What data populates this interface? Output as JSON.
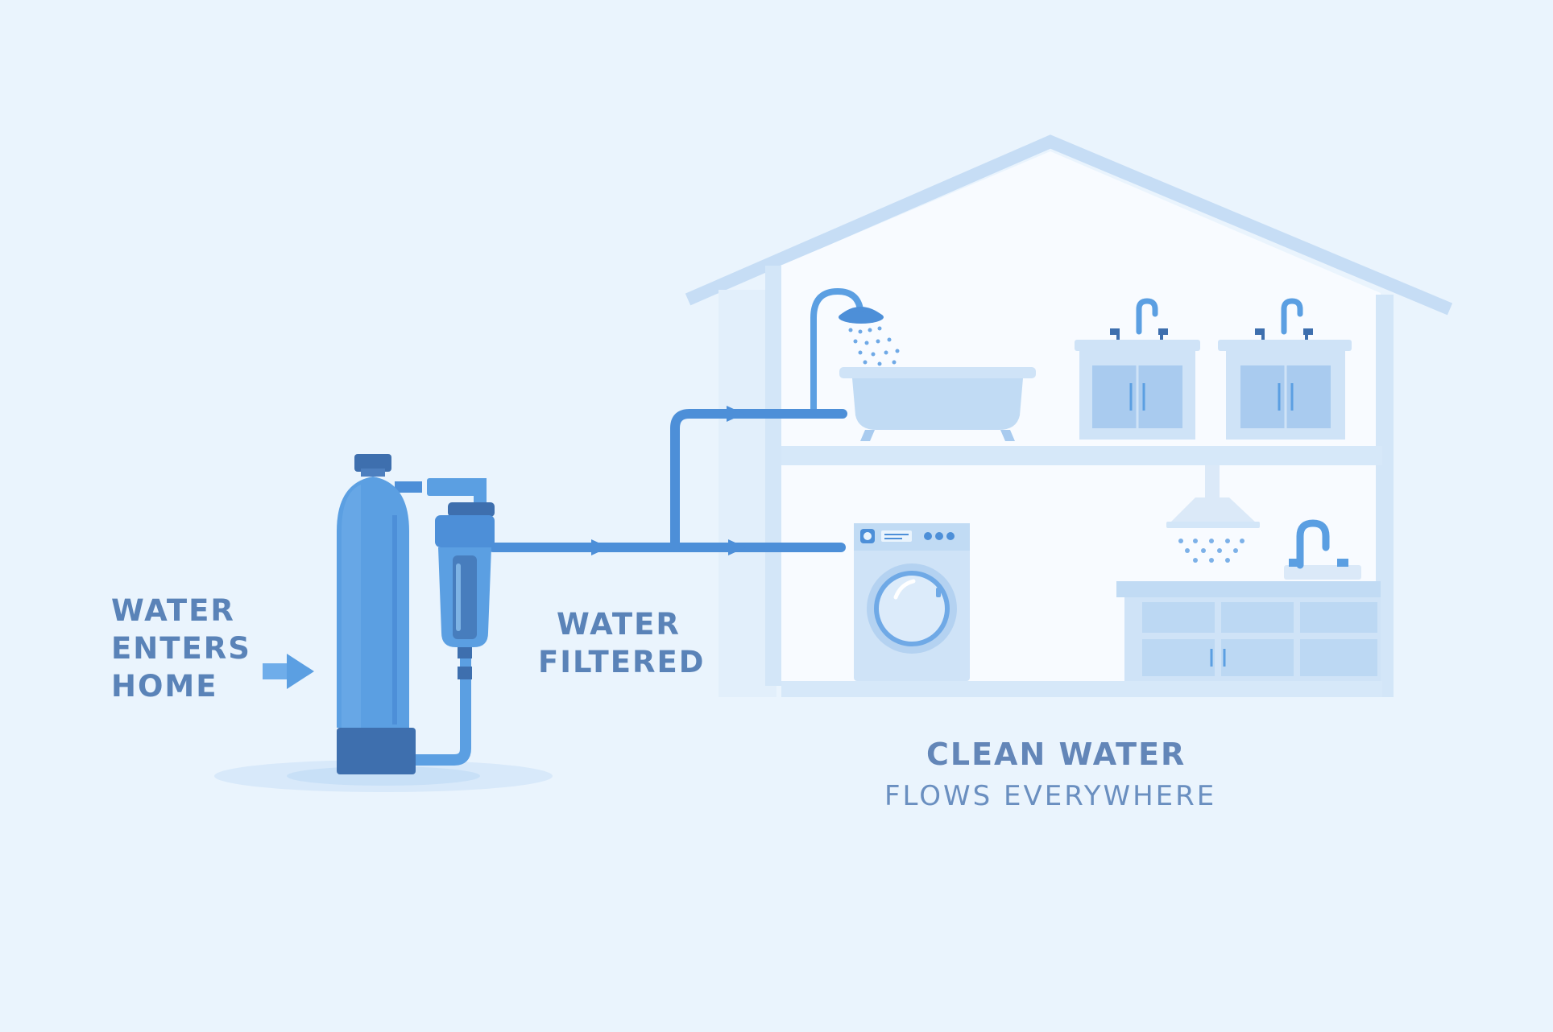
{
  "labels": {
    "water_enters": [
      "WATER",
      "ENTERS",
      "HOME"
    ],
    "water_filtered": [
      "WATER",
      "FILTERED"
    ],
    "clean_water": "CLEAN WATER",
    "flows_everywhere": "FLOWS EVERYWHERE"
  },
  "colors": {
    "background": "#eaf4fd",
    "house_outline": "#c7dff6",
    "tank": "#5b9fe2",
    "tank_dark": "#3e6fae",
    "pipe": "#4d8fd8",
    "label_text": "#5a83b8",
    "fixture_fill": "#bcd8f3"
  },
  "icons": [
    "water-softener-tank-icon",
    "water-filter-icon",
    "arrow-right-icon",
    "house-icon",
    "shower-icon",
    "bathtub-icon",
    "bathroom-sink-icon",
    "washing-machine-icon",
    "kitchen-sink-icon",
    "range-hood-icon"
  ]
}
